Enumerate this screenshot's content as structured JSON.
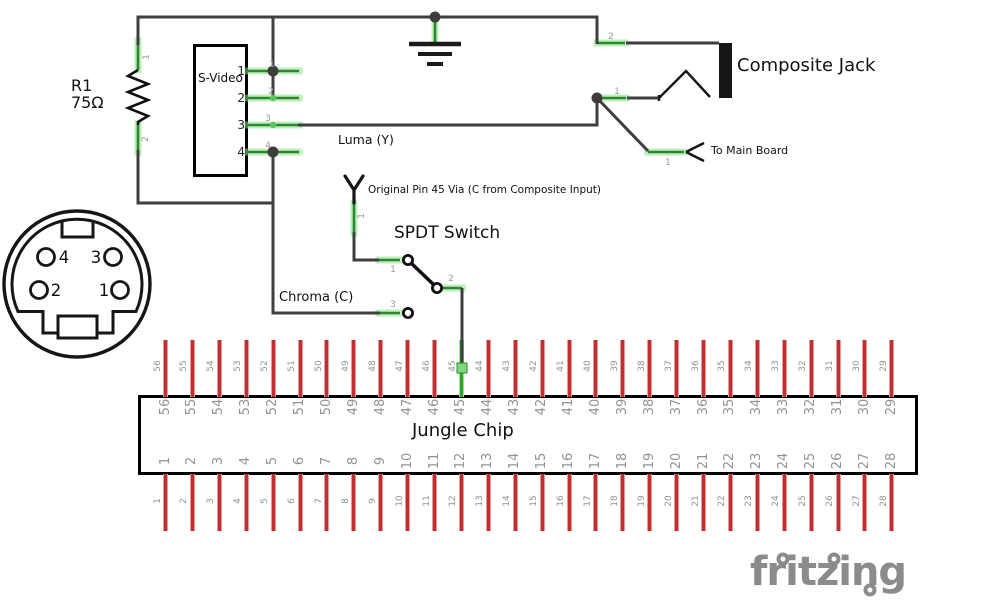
{
  "watermark": "fritzing",
  "components": {
    "resistor": {
      "designator": "R1",
      "value": "75Ω"
    },
    "svideo": {
      "label": "S-Video",
      "pin_numbers": [
        "1",
        "2",
        "3",
        "4"
      ]
    },
    "din": {
      "pin_numbers": [
        "4",
        "3",
        "2",
        "1"
      ]
    },
    "composite_jack": {
      "label": "Composite Jack"
    },
    "spdt": {
      "label": "SPDT Switch"
    },
    "chip": {
      "label": "Jungle Chip",
      "connected_top_pin": 45,
      "top_pins": [
        56,
        55,
        54,
        53,
        52,
        51,
        50,
        49,
        48,
        47,
        46,
        45,
        44,
        43,
        42,
        41,
        40,
        39,
        38,
        37,
        36,
        35,
        34,
        33,
        32,
        31,
        30,
        29
      ],
      "bottom_pins": [
        1,
        2,
        3,
        4,
        5,
        6,
        7,
        8,
        9,
        10,
        11,
        12,
        13,
        14,
        15,
        16,
        17,
        18,
        19,
        20,
        21,
        22,
        23,
        24,
        25,
        26,
        27,
        28
      ]
    }
  },
  "annotations": {
    "luma": "Luma (Y)",
    "chroma": "Chroma (C)",
    "to_main_board": "To Main Board",
    "via_note": "Original Pin 45 Via (C from Composite Input)"
  },
  "terminals": {
    "r1": [
      "1",
      "2"
    ],
    "svideo_stubs": [
      "1",
      "2",
      "3",
      "4"
    ],
    "jack": [
      "2",
      "1"
    ],
    "main_board": "1",
    "via": "1",
    "switch": [
      "1",
      "2",
      "3"
    ]
  },
  "colors": {
    "wire_green": "#2c882c",
    "wire_green_glow": "#8adf8a",
    "wire_dark": "#3f3f3f",
    "pin_red": "#c22d30",
    "pin_red_edge": "#e59a9b",
    "pin_green": "#2fa32f",
    "pin_green_edge": "#9bdf9b",
    "junction_dot": "#3d3d3d",
    "label_gray": "#939393",
    "logo_gray": "#8b8b8b",
    "symbol_black": "#161616"
  }
}
